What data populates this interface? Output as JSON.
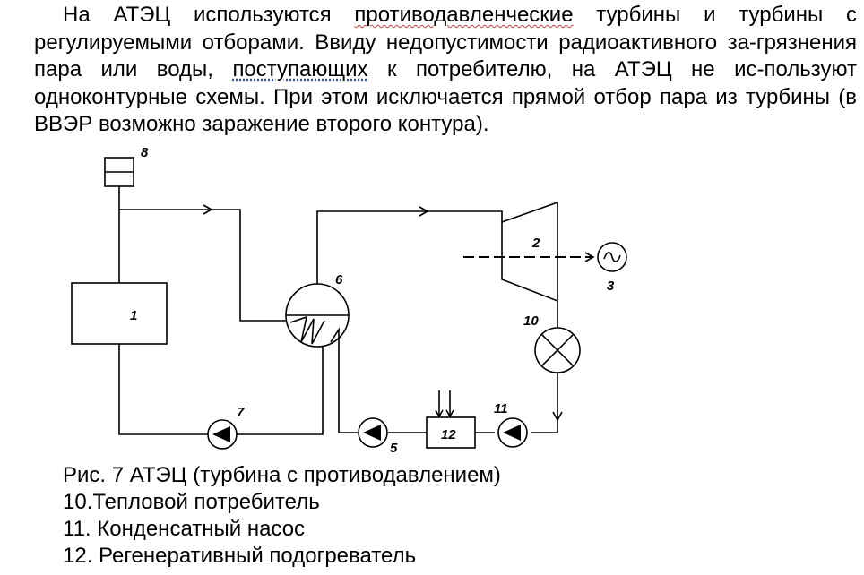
{
  "paragraph": {
    "p1": "На АТЭЦ используются ",
    "p2": "противодавленческие",
    "p3": " турбины и турбины с регулируемыми отборами. Ввиду недопустимости радиоактивного за-грязнения пара или воды, ",
    "p4": "поступающих",
    "p5": " к потребителю, на АТЭЦ не ис-пользуют одноконтурные схемы. При этом исключается прямой отбор пара из турбины (в ВВЭР возможно заражение второго контура)."
  },
  "diagram": {
    "labels": {
      "n1": "1",
      "n2": "2",
      "n3": "3",
      "n5": "5",
      "n6": "6",
      "n7": "7",
      "n8": "8",
      "n10": "10",
      "n11": "11",
      "n12": "12"
    }
  },
  "caption": {
    "title": "Рис. 7 АТЭЦ (турбина с противодавлением)",
    "item10": "10.Тепловой потребитель",
    "item11": "11. Конденсатный насос",
    "item12": "12. Регенеративный подогреватель"
  }
}
